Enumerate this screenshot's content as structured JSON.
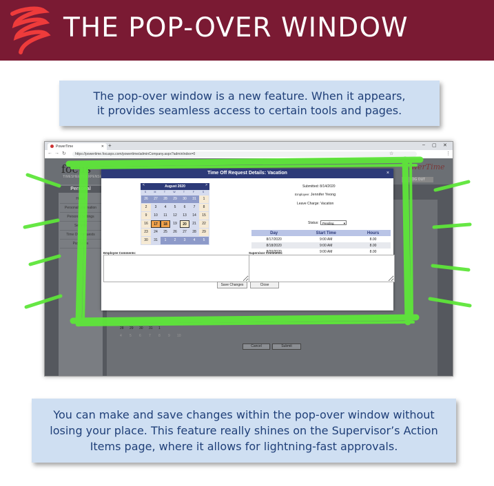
{
  "banner": {
    "title": "THE POP-OVER WINDOW"
  },
  "intro": {
    "line1": "The pop-over window is a new feature. When it appears,",
    "line2": "it provides seamless access to certain tools and pages."
  },
  "outro": {
    "line1": "You can make and save changes within the pop-over window without",
    "line2": "losing your place. This feature really shines on the Supervisor’s Action",
    "line3": "Items page, where it allows for lightning-fast approvals."
  },
  "browser": {
    "tab_title": "PowerTime",
    "new_tab": "+",
    "url": "https://powertime.focusps.com/powertime/adminCompany.aspx?adminIndex=0",
    "window_min": "–",
    "window_max": "▢",
    "window_close": "✕"
  },
  "background_app": {
    "logo": "focus",
    "brand": "PowerTime",
    "nav": "TIMESHEETS    EXPENSES",
    "logout": "LOG OUT",
    "sidebar_title": "Personal",
    "sidebar_items": [
      "Hours",
      "Personal Information",
      "Personal Settings",
      "Security",
      "Time Off Requests",
      "Pay Stubs"
    ],
    "calendar_row": [
      "28",
      "29",
      "30",
      "31",
      "1"
    ],
    "calendar_row_next": [
      "4",
      "5",
      "6",
      "7",
      "8",
      "9",
      "10"
    ],
    "cancel_label": "Cancel",
    "submit_label": "Submit"
  },
  "modal": {
    "title": "Time Off Request Details: Vacation",
    "close": "×",
    "calendar": {
      "month": "August 2020",
      "prev": "<",
      "next": ">",
      "dow": [
        "S",
        "M",
        "T",
        "W",
        "T",
        "F",
        "S"
      ],
      "weeks": [
        [
          "26",
          "27",
          "28",
          "29",
          "30",
          "31",
          "1"
        ],
        [
          "2",
          "3",
          "4",
          "5",
          "6",
          "7",
          "8"
        ],
        [
          "9",
          "10",
          "11",
          "12",
          "13",
          "14",
          "15"
        ],
        [
          "16",
          "17",
          "18",
          "19",
          "20",
          "21",
          "22"
        ],
        [
          "23",
          "24",
          "25",
          "26",
          "27",
          "28",
          "29"
        ],
        [
          "30",
          "31",
          "1",
          "2",
          "3",
          "4",
          "5"
        ]
      ]
    },
    "submitted_label": "Submitted:",
    "submitted_value": "8/14/2020",
    "employee_label": "Employee:",
    "employee_value": "Jennifer Yeong",
    "leave_label": "Leave Charge:",
    "leave_value": "Vacation",
    "status_label": "Status:",
    "status_value": "Pending",
    "table": {
      "headers": [
        "Day",
        "Start Time",
        "Hours"
      ],
      "rows": [
        [
          "8/17/2020",
          "9:00 AM",
          "8.00"
        ],
        [
          "8/18/2020",
          "9:00 AM",
          "8.00"
        ],
        [
          "8/20/2020",
          "9:00 AM",
          "8.00"
        ]
      ]
    },
    "employee_comments_label": "Employee Comments:",
    "supervisor_comments_label": "Supervisor Comments:",
    "employee_comments_value": "",
    "supervisor_comments_value": "",
    "save_label": "Save Changes",
    "close_label": "Close"
  },
  "colors": {
    "banner": "#7a1a33",
    "callout_bg": "#cfdff2",
    "callout_text": "#1f3f78",
    "modal_header": "#2d3a78",
    "highlight_green": "#5ee63a"
  }
}
